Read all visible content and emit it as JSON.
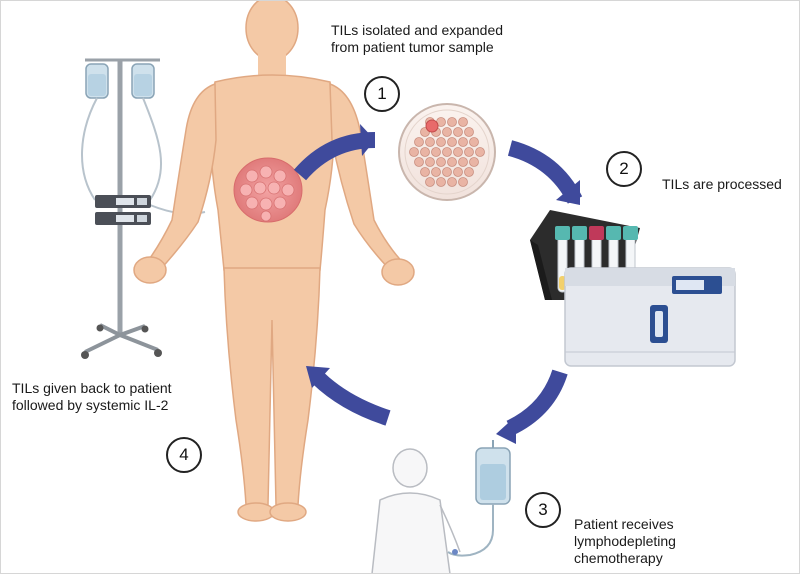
{
  "steps": [
    {
      "number": "1",
      "text_lines": [
        "TILs isolated and expanded",
        "from patient tumor sample"
      ]
    },
    {
      "number": "2",
      "text_lines": [
        "TILs are processed"
      ]
    },
    {
      "number": "3",
      "text_lines": [
        "Patient receives",
        "lymphodepleting",
        "chemotherapy"
      ]
    },
    {
      "number": "4",
      "text_lines": [
        "TILs given back to patient",
        "followed by systemic IL-2"
      ]
    }
  ],
  "colors": {
    "arrow": "#3f4a9c",
    "skin": "#f4c9a6",
    "skin_outline": "#e0a882",
    "tumor": "#e98a8a",
    "dish_cell": "#e9b4a4",
    "machine_body": "#e6e9ef",
    "machine_accent": "#2c4f92",
    "rack": "#2c2c2c",
    "cap_teal": "#56b8b0"
  },
  "icons": [
    "patient-body-illustration",
    "iv-stand-icon",
    "petri-dish-icon",
    "cell-processor-icon",
    "chemo-patient-icon",
    "iv-bag-icon"
  ]
}
